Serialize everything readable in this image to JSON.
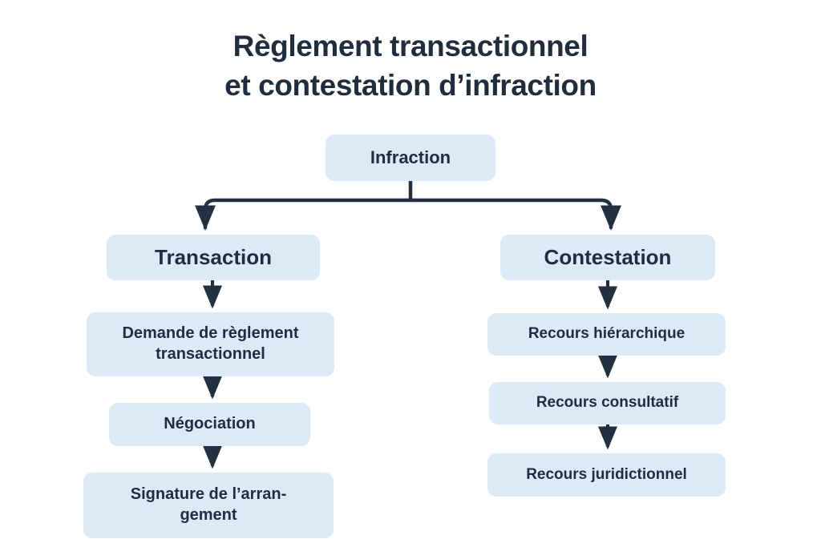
{
  "page": {
    "background_color": "#ffffff",
    "node_fill_color": "#dce9f6",
    "text_color": "#1f2d3d",
    "connector_color": "#22303f"
  },
  "title": {
    "line1": "Règlement transactionnel",
    "line2": "et contestation d’infraction"
  },
  "chart_data": {
    "type": "diagram",
    "diagram_kind": "flowchart",
    "orientation": "top-down",
    "title": "Règlement transactionnel et contestation d’infraction",
    "nodes": [
      {
        "id": "infraction",
        "label": "Infraction",
        "level": 0,
        "branch": "root"
      },
      {
        "id": "transaction",
        "label": "Transaction",
        "level": 1,
        "branch": "left"
      },
      {
        "id": "contestation",
        "label": "Contestation",
        "level": 1,
        "branch": "right"
      },
      {
        "id": "demande",
        "label": "Demande de règlement transactionnel",
        "level": 2,
        "branch": "left",
        "label_line1": "Demande de règlement",
        "label_line2": "transactionnel"
      },
      {
        "id": "negociation",
        "label": "Négociation",
        "level": 3,
        "branch": "left"
      },
      {
        "id": "signature",
        "label": "Signature de l’arrangement",
        "level": 4,
        "branch": "left",
        "label_line1": "Signature de l’arran-",
        "label_line2": "gement"
      },
      {
        "id": "hierarchique",
        "label": "Recours hiérarchique",
        "level": 2,
        "branch": "right"
      },
      {
        "id": "consultatif",
        "label": "Recours consultatif",
        "level": 3,
        "branch": "right"
      },
      {
        "id": "juridictionnel",
        "label": "Recours juridictionnel",
        "level": 4,
        "branch": "right"
      }
    ],
    "edges": [
      {
        "from": "infraction",
        "to": "transaction",
        "style": "elbow-arrow"
      },
      {
        "from": "infraction",
        "to": "contestation",
        "style": "elbow-arrow"
      },
      {
        "from": "transaction",
        "to": "demande",
        "style": "straight-arrow"
      },
      {
        "from": "demande",
        "to": "negociation",
        "style": "straight-arrow"
      },
      {
        "from": "negociation",
        "to": "signature",
        "style": "straight-arrow"
      },
      {
        "from": "contestation",
        "to": "hierarchique",
        "style": "straight-arrow"
      },
      {
        "from": "hierarchique",
        "to": "consultatif",
        "style": "straight-arrow"
      },
      {
        "from": "consultatif",
        "to": "juridictionnel",
        "style": "straight-arrow"
      }
    ]
  }
}
